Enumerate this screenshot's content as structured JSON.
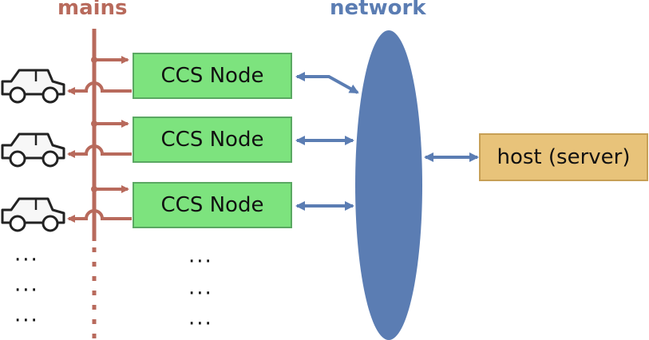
{
  "labels": {
    "mains": "mains",
    "network": "network",
    "host": "host (server)"
  },
  "nodes": [
    "CCS Node",
    "CCS Node",
    "CCS Node"
  ],
  "ellipsis": "···",
  "colors": {
    "mains": "#b86a5c",
    "network": "#5b7db3",
    "node_fill": "#7de37e",
    "node_border": "#5aa862",
    "host_fill": "#e8c37a",
    "host_border": "#c79f55",
    "car_fill": "#f7f7f7",
    "car_stroke": "#222222"
  },
  "icons": [
    "car-icon"
  ]
}
